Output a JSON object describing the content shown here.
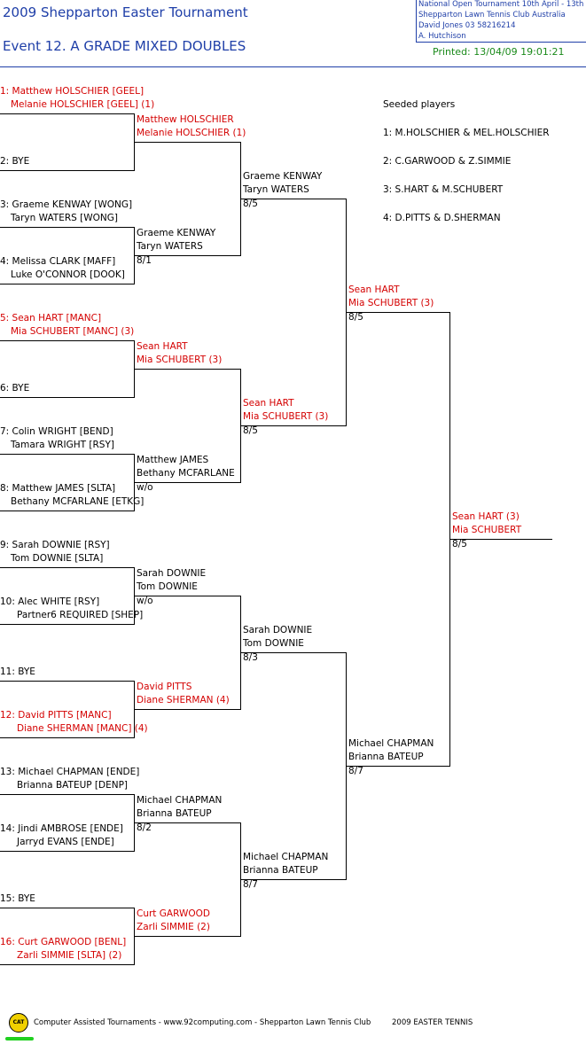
{
  "header": {
    "title": "2009 Shepparton Easter Tournament",
    "event": "Event 12. A GRADE MIXED DOUBLES",
    "info": [
      "National Open Tournament   10th April - 13th",
      "Shepparton Lawn Tennis Club    Australia",
      "David Jones   03 58216214",
      "A. Hutchison"
    ],
    "printed": "Printed: 13/04/09 19:01:21"
  },
  "seeded": {
    "title": "Seeded players",
    "list": [
      "1: M.HOLSCHIER & MEL.HOLSCHIER",
      "2: C.GARWOOD & Z.SIMMIE",
      "3: S.HART & M.SCHUBERT",
      "4: D.PITTS & D.SHERMAN"
    ]
  },
  "round1": [
    {
      "l1": "1: Matthew HOLSCHIER [GEEL]",
      "l2": "Melanie HOLSCHIER [GEEL] (1)",
      "red": true
    },
    {
      "l1": "",
      "l2": "2: BYE",
      "red": false
    },
    {
      "l1": "3: Graeme KENWAY [WONG]",
      "l2": "Taryn WATERS [WONG]",
      "red": false
    },
    {
      "l1": "4: Melissa CLARK [MAFF]",
      "l2": "Luke O'CONNOR [DOOK]",
      "red": false
    },
    {
      "l1": "5: Sean HART [MANC]",
      "l2": "Mia SCHUBERT [MANC] (3)",
      "red": true
    },
    {
      "l1": "",
      "l2": "6: BYE",
      "red": false
    },
    {
      "l1": "7: Colin WRIGHT [BEND]",
      "l2": "Tamara WRIGHT [RSY]",
      "red": false
    },
    {
      "l1": "8: Matthew JAMES [SLTA]",
      "l2": "Bethany MCFARLANE [ETKG]",
      "red": false
    },
    {
      "l1": "9: Sarah DOWNIE [RSY]",
      "l2": "Tom DOWNIE [SLTA]",
      "red": false
    },
    {
      "l1": "10: Alec WHITE [RSY]",
      "l2": "Partner6 REQUIRED [SHEP]",
      "red": false
    },
    {
      "l1": "",
      "l2": "11: BYE",
      "red": false
    },
    {
      "l1": "12: David PITTS [MANC]",
      "l2": "Diane SHERMAN [MANC] (4)",
      "red": true
    },
    {
      "l1": "13: Michael CHAPMAN [ENDE]",
      "l2": "Brianna BATEUP [DENP]",
      "red": false
    },
    {
      "l1": "14: Jindi AMBROSE [ENDE]",
      "l2": "Jarryd EVANS [ENDE]",
      "red": false
    },
    {
      "l1": "",
      "l2": "15: BYE",
      "red": false
    },
    {
      "l1": "16: Curt GARWOOD [BENL]",
      "l2": "Zarli SIMMIE [SLTA] (2)",
      "red": true
    }
  ],
  "round2": [
    {
      "l1": "Matthew HOLSCHIER",
      "l2": "Melanie HOLSCHIER (1)",
      "score": "",
      "red": true
    },
    {
      "l1": "Graeme KENWAY",
      "l2": "Taryn WATERS",
      "score": "8/1",
      "red": false
    },
    {
      "l1": "Sean HART",
      "l2": "Mia SCHUBERT (3)",
      "score": "",
      "red": true
    },
    {
      "l1": "Matthew JAMES",
      "l2": "Bethany MCFARLANE",
      "score": "w/o",
      "red": false
    },
    {
      "l1": "Sarah DOWNIE",
      "l2": "Tom DOWNIE",
      "score": "w/o",
      "red": false
    },
    {
      "l1": "David PITTS",
      "l2": "Diane SHERMAN (4)",
      "score": "",
      "red": true
    },
    {
      "l1": "Michael CHAPMAN",
      "l2": "Brianna BATEUP",
      "score": "8/2",
      "red": false
    },
    {
      "l1": "Curt GARWOOD",
      "l2": "Zarli SIMMIE (2)",
      "score": "",
      "red": true
    }
  ],
  "round3": [
    {
      "l1": "Graeme KENWAY",
      "l2": "Taryn WATERS",
      "score": "8/5",
      "red": false
    },
    {
      "l1": "Sean HART",
      "l2": "Mia SCHUBERT (3)",
      "score": "8/5",
      "red": true
    },
    {
      "l1": "Sarah DOWNIE",
      "l2": "Tom DOWNIE",
      "score": "8/3",
      "red": false
    },
    {
      "l1": "Michael CHAPMAN",
      "l2": "Brianna BATEUP",
      "score": "8/7",
      "red": false
    }
  ],
  "round4": [
    {
      "l1": "Sean HART",
      "l2": "Mia SCHUBERT (3)",
      "score": "8/5",
      "red": true
    },
    {
      "l1": "Michael CHAPMAN",
      "l2": "Brianna BATEUP",
      "score": "8/7",
      "red": false
    }
  ],
  "winner": {
    "l1": "Sean HART (3)",
    "l2": "Mia SCHUBERT",
    "score": "8/5",
    "red": true
  },
  "footer": {
    "logo": "CAT",
    "left": "Computer Assisted Tournaments - www.92computing.com -   Shepparton Lawn Tennis Club",
    "right": "2009 EASTER TENNIS"
  }
}
